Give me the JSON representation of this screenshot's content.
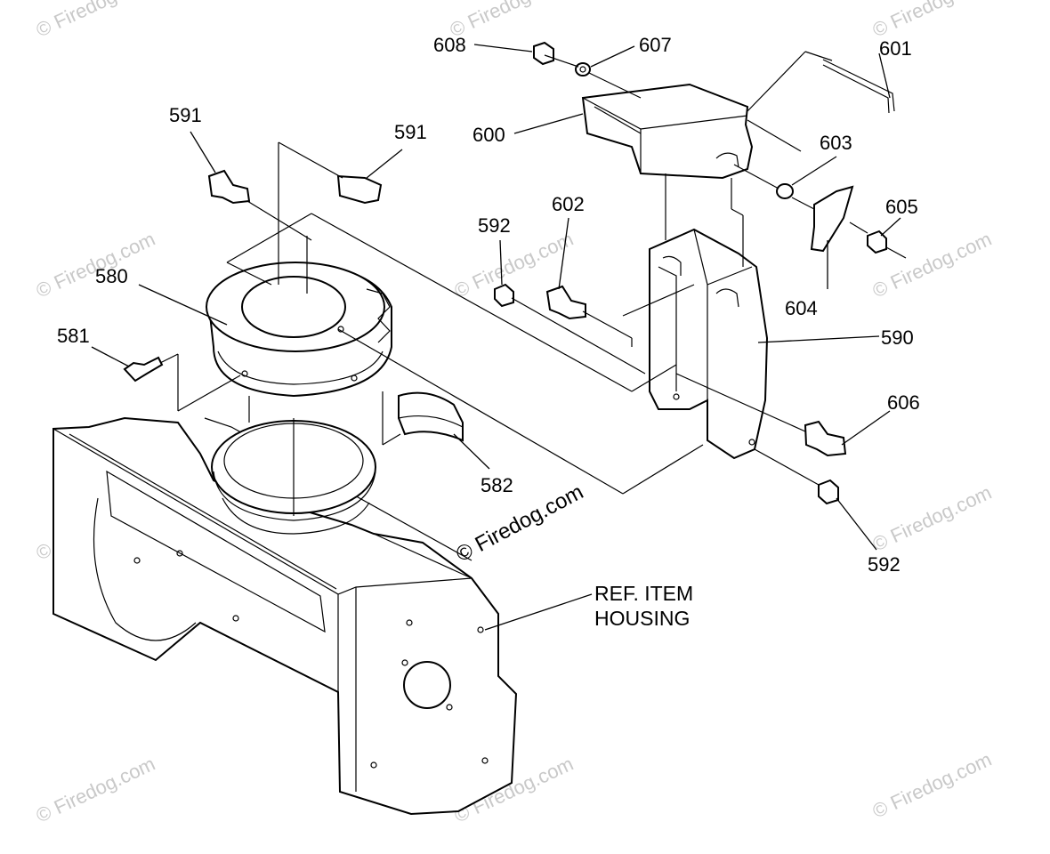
{
  "diagram": {
    "labels": {
      "p608": "608",
      "p607": "607",
      "p601": "601",
      "p600": "600",
      "p591a": "591",
      "p591b": "591",
      "p603": "603",
      "p605": "605",
      "p602": "602",
      "p592a": "592",
      "p580": "580",
      "p604": "604",
      "p590": "590",
      "p581": "581",
      "p606": "606",
      "p582": "582",
      "p592b": "592"
    },
    "ref_item": {
      "line1": "REF. ITEM",
      "line2": "HOUSING"
    },
    "watermark": {
      "main": "© Firedog.com",
      "repeat": "© Firedog.com"
    }
  }
}
